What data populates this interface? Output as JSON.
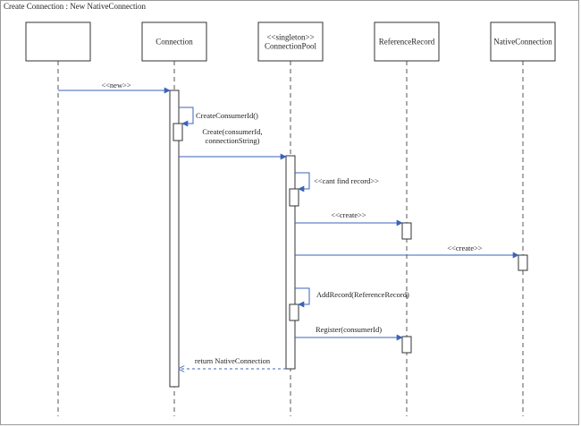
{
  "diagram": {
    "title": "Create Connection : New NativeConnection",
    "participants": [
      {
        "id": "caller",
        "lines": [
          ""
        ]
      },
      {
        "id": "connection",
        "lines": [
          "Connection"
        ]
      },
      {
        "id": "pool",
        "lines": [
          "<<singleton>>",
          "ConnectionPool"
        ]
      },
      {
        "id": "reference_record",
        "lines": [
          "ReferenceRecord"
        ]
      },
      {
        "id": "native_connection",
        "lines": [
          "NativeConnection"
        ]
      }
    ],
    "messages": [
      {
        "id": "new",
        "from": "caller",
        "to": "connection",
        "lines": [
          "<<new>>"
        ],
        "kind": "call"
      },
      {
        "id": "create-consumer-id",
        "from": "connection",
        "to": "connection",
        "lines": [
          "CreateConsumerId()"
        ],
        "kind": "self"
      },
      {
        "id": "create",
        "from": "connection",
        "to": "pool",
        "lines": [
          "Create(consumerId,",
          "connectionString)"
        ],
        "kind": "call"
      },
      {
        "id": "cant-find-record",
        "from": "pool",
        "to": "pool",
        "lines": [
          "<<cant find record>>"
        ],
        "kind": "self"
      },
      {
        "id": "create-reference-record",
        "from": "pool",
        "to": "reference_record",
        "lines": [
          "<<create>>"
        ],
        "kind": "call"
      },
      {
        "id": "create-native-connection",
        "from": "pool",
        "to": "native_connection",
        "lines": [
          "<<create>>"
        ],
        "kind": "call"
      },
      {
        "id": "add-record",
        "from": "pool",
        "to": "pool",
        "lines": [
          "AddRecord(ReferenceRecord)"
        ],
        "kind": "self"
      },
      {
        "id": "register",
        "from": "pool",
        "to": "reference_record",
        "lines": [
          "Register(consumerId)"
        ],
        "kind": "call"
      },
      {
        "id": "return-native-connection",
        "from": "pool",
        "to": "connection",
        "lines": [
          "return NativeConnection"
        ],
        "kind": "return"
      }
    ],
    "colors": {
      "message_arrow": "#3b63b8",
      "box_stroke": "#333333",
      "lifeline": "#555555"
    }
  }
}
